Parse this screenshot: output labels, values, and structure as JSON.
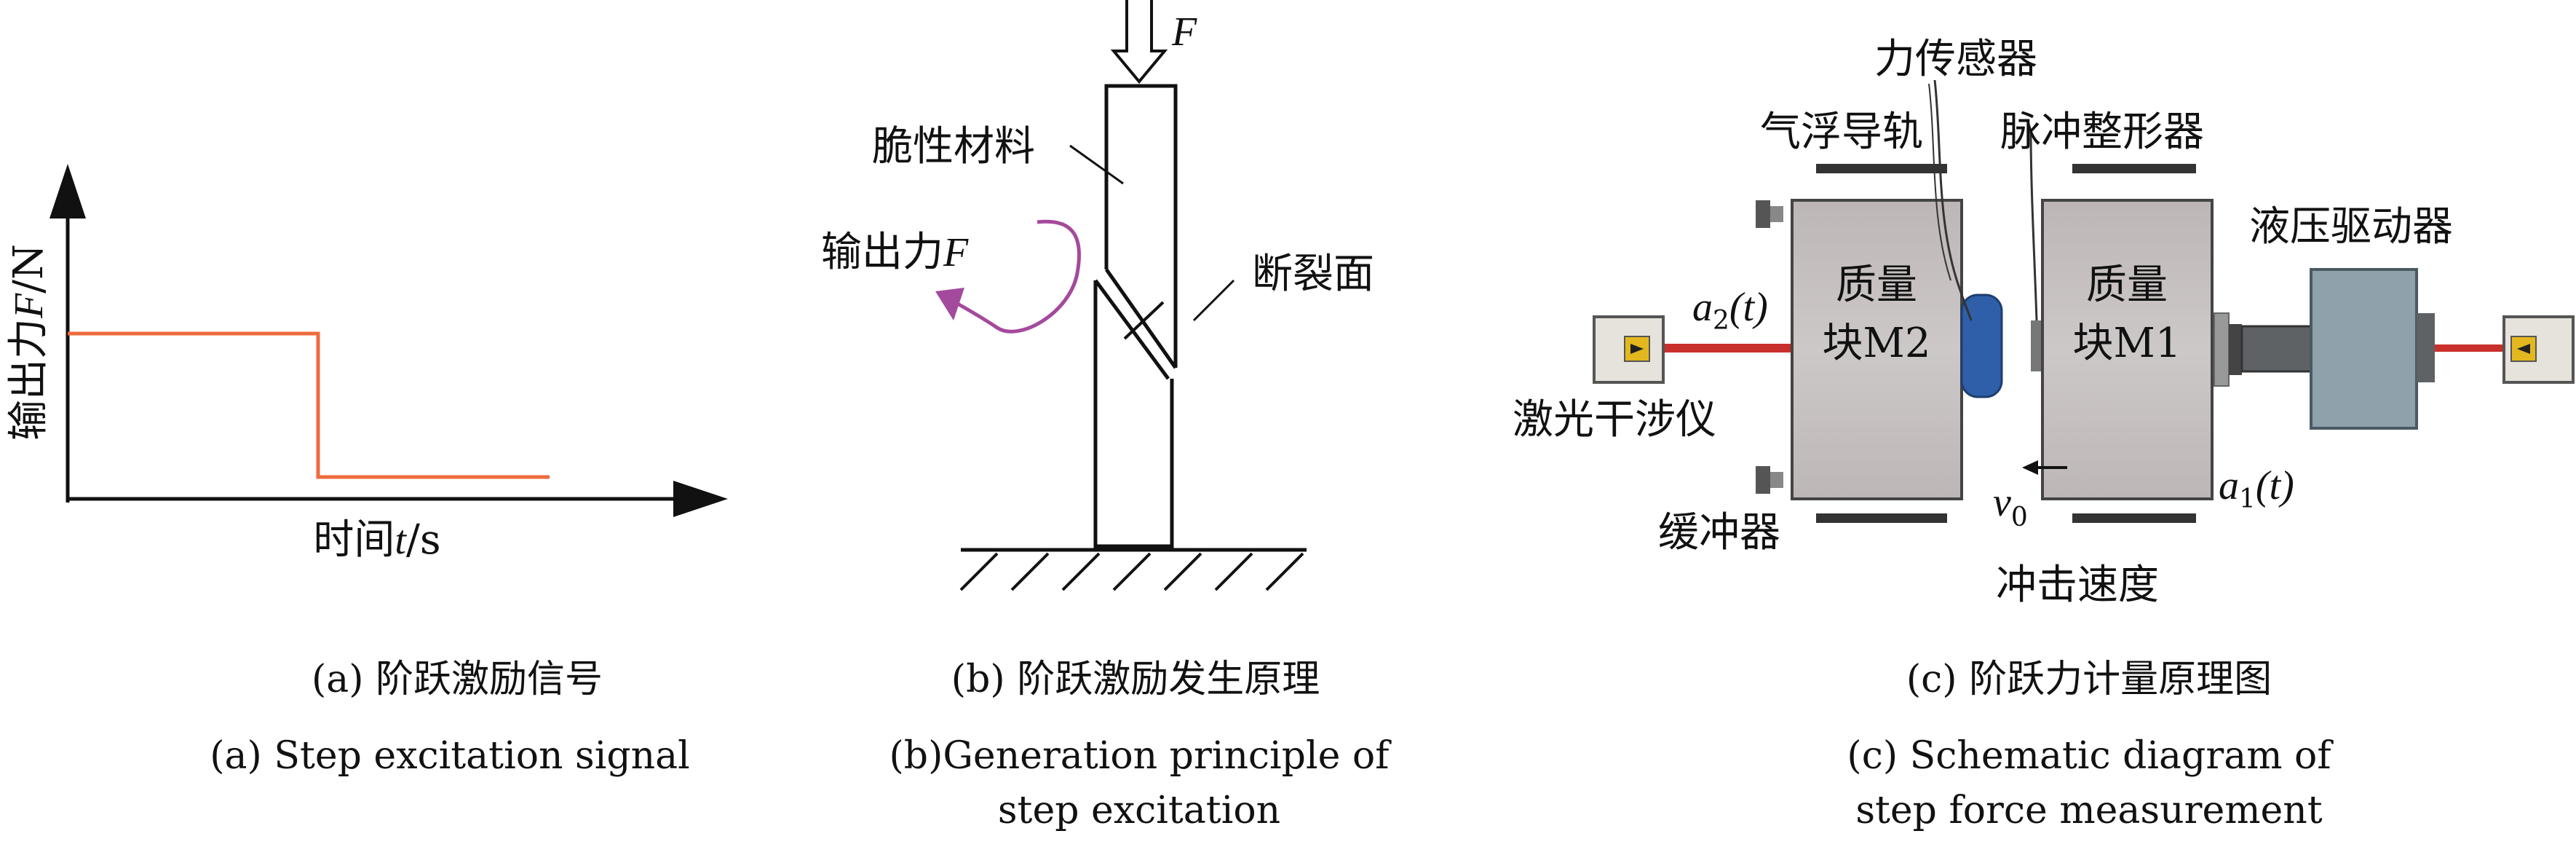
{
  "panels": {
    "a": {
      "y_axis_label_prefix": "输出力",
      "y_axis_label_var": "F",
      "y_axis_label_unit": "/N",
      "x_axis_label_prefix": "时间",
      "x_axis_label_var": "t",
      "x_axis_label_unit": "/s",
      "caption_zh": "(a) 阶跃激励信号",
      "caption_en": "(a) Step excitation signal",
      "signal_color": "#ee6b3b"
    },
    "b": {
      "force_label": "F",
      "material_label": "脆性材料",
      "output_force_prefix": "输出力",
      "output_force_var": "F",
      "fracture_label": "断裂面",
      "caption_zh": "(b) 阶跃激励发生原理",
      "caption_en_line1": "(b)Generation principle of",
      "caption_en_line2": "step excitation",
      "arrow_color": "#a44a9c"
    },
    "c": {
      "force_sensor": "力传感器",
      "air_rail": "气浮导轨",
      "pulse_shaper": "脉冲整形器",
      "hydraulic_driver": "液压驱动器",
      "mass_m2_line1": "质量",
      "mass_m2_line2": "块M2",
      "mass_m1_line1": "质量",
      "mass_m1_line2": "块M1",
      "a2_var": "a",
      "a2_sub": "2",
      "a2_arg": "(t)",
      "a1_var": "a",
      "a1_sub": "1",
      "a1_arg": "(t)",
      "v0_var": "v",
      "v0_sub": "0",
      "laser_interferometer": "激光干涉仪",
      "buffer": "缓冲器",
      "impact_velocity": "冲击速度",
      "caption_zh": "(c) 阶跃力计量原理图",
      "caption_en_line1": "(c) Schematic diagram of",
      "caption_en_line2": "step force measurement",
      "laser_color": "#c9302c",
      "sensor_color": "#2f5fa8",
      "mass_color": "#c7c1c1",
      "driver_color": "#8fa1ab"
    }
  }
}
